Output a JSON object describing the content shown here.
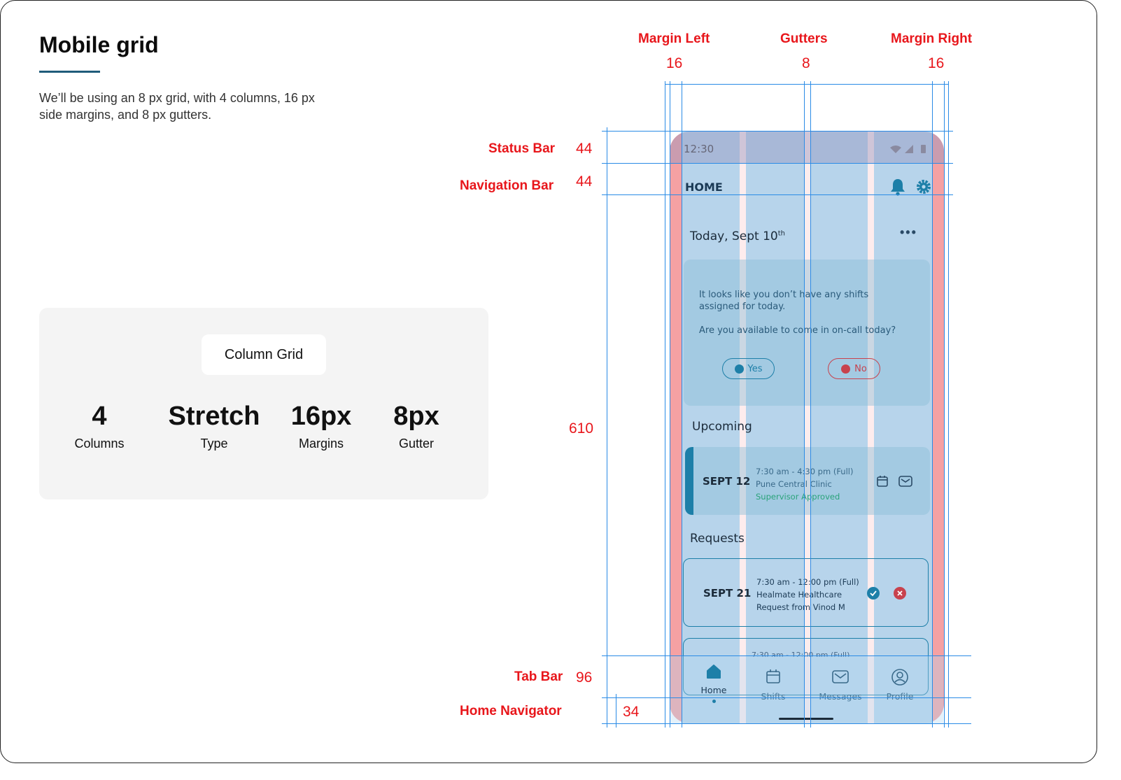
{
  "left": {
    "title": "Mobile grid",
    "description": "We’ll be using an 8 px grid, with 4 columns, 16 px side margins, and 8 px gutters.",
    "card_title": "Column Grid",
    "stats": [
      {
        "value": "4",
        "label": "Columns"
      },
      {
        "value": "Stretch",
        "label": "Type"
      },
      {
        "value": "16px",
        "label": "Margins"
      },
      {
        "value": "8px",
        "label": "Gutter"
      }
    ]
  },
  "annotations": {
    "margin_left_label": "Margin Left",
    "margin_left_value": "16",
    "gutters_label": "Gutters",
    "gutters_value": "8",
    "margin_right_label": "Margin Right",
    "margin_right_value": "16",
    "status_bar_label": "Status Bar",
    "status_bar_value": "44",
    "navigation_bar_label": "Navigation Bar",
    "navigation_bar_value": "44",
    "content_value": "610",
    "tab_bar_label": "Tab Bar",
    "tab_bar_value": "96",
    "home_navigator_label": "Home Navigator",
    "home_navigator_value": "34"
  },
  "phone": {
    "time": "12:30",
    "nav_title": "HOME",
    "today_prefix": "Today, Sept 10",
    "today_suffix": "th",
    "message_line1": "It looks like you don’t have any shifts",
    "message_line2": "assigned for today.",
    "question": "Are you available to come in on-call today?",
    "yes_label": "Yes",
    "no_label": "No",
    "upcoming_heading": "Upcoming",
    "upcoming": {
      "date": "SEPT 12",
      "time": "7:30 am - 4:30 pm (Full)",
      "place": "Pune Central Clinic",
      "status": "Supervisor Approved"
    },
    "requests_heading": "Requests",
    "request": {
      "date": "SEPT 21",
      "time": "7:30 am - 12:00 pm (Full)",
      "place": "Healmate Healthcare",
      "from": "Request from Vinod M"
    },
    "next_request_time": "7:30 am - 12:00 pm (Full)",
    "tabs": [
      "Home",
      "Shifts",
      "Messages",
      "Profile"
    ],
    "colors": {
      "accent": "#1d7fa8",
      "approved": "#2aa37a",
      "decline": "#c8424d"
    }
  }
}
